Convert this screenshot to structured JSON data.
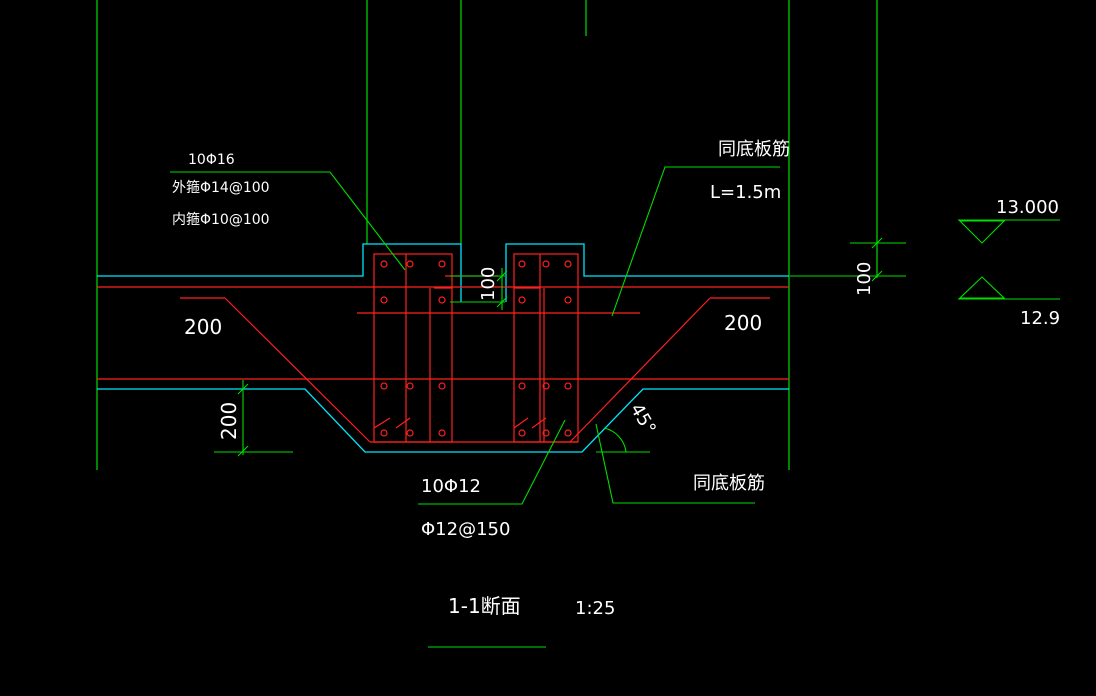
{
  "colors": {
    "background": "#000000",
    "rebar": "#ff2020",
    "outline": "#00e5ff",
    "dimension": "#00dd00",
    "text": "#ffffff"
  },
  "labels": {
    "top_bars": "10Φ16",
    "outer_stirrup": "外箍Φ14@100",
    "inner_stirrup": "内箍Φ10@100",
    "same_slab_top": "同底板筋",
    "length": "L=1.5m",
    "dim_200_left": "200",
    "dim_200_right": "200",
    "dim_200_vertical": "200",
    "dim_100_center": "100",
    "dim_100_right": "100",
    "elevation_top": "13.000",
    "elevation_bottom": "12.9",
    "angle": "45°",
    "same_slab_bottom": "同底板筋",
    "bottom_bars": "10Φ12",
    "bottom_stirrup": "Φ12@150",
    "section_title": "1-1断面",
    "scale": "1:25"
  }
}
